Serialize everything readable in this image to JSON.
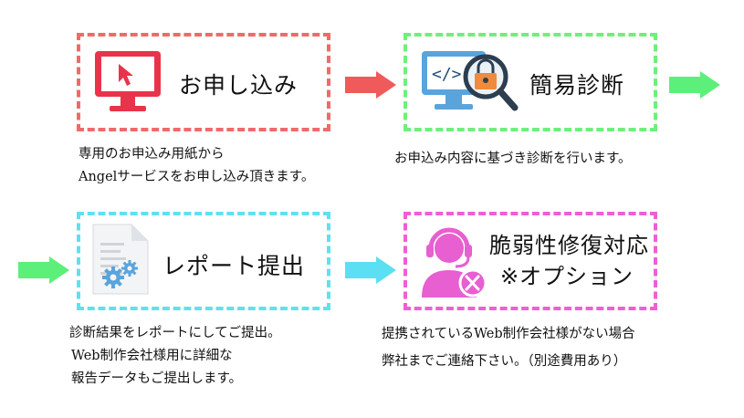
{
  "steps": [
    {
      "title": "お申し込み",
      "description": [
        "専用のお申込み用紙から",
        "Angelサービスをお申し込み頂きます。"
      ],
      "border_color": "#f06a6a",
      "icon": "monitor-cursor-icon"
    },
    {
      "title": "簡易診断",
      "description": [
        "お申込み内容に基づき診断を行います。"
      ],
      "border_color": "#6ef07a",
      "icon": "code-monitor-lock-magnifier-icon"
    },
    {
      "title": "レポート提出",
      "description": [
        "診断結果をレポートにしてご提出。",
        "Web制作会社様用に詳細な",
        "報告データもご提出します。"
      ],
      "border_color": "#5fe1f0",
      "icon": "document-gear-icon"
    },
    {
      "title_lines": [
        "脆弱性修復対応",
        "※オプション"
      ],
      "description": [
        "提携されているWeb制作会社様がない場合",
        "弊社までご連絡下さい。（別途費用あり）"
      ],
      "border_color": "#ee5fd6",
      "icon": "support-headset-person-icon"
    }
  ],
  "colors": {
    "red_arrow": "#f05a5a",
    "green_arrow": "#5cf07a",
    "cyan_arrow": "#5ae0f2",
    "icon_red": "#e8344a",
    "icon_pink": "#e75fd0",
    "icon_blue": "#5aa4dc"
  }
}
